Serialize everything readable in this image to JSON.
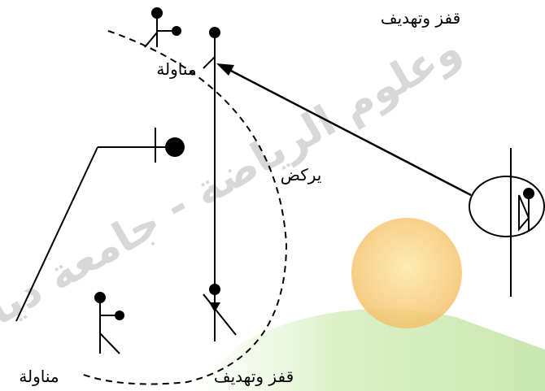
{
  "labels": {
    "top_right": "قفز وتهديف",
    "top_center": "مناولة",
    "middle": "يركض",
    "bottom_left": "مناولة",
    "bottom_center": "قفز وتهديف"
  },
  "watermark": {
    "line1": "وعلوم الرياضة - جامعة ديالى",
    "color": "#bdbdbd"
  },
  "colors": {
    "ink": "#000000",
    "sun": "#f6c56a",
    "green_band": "#cfe8b8"
  }
}
